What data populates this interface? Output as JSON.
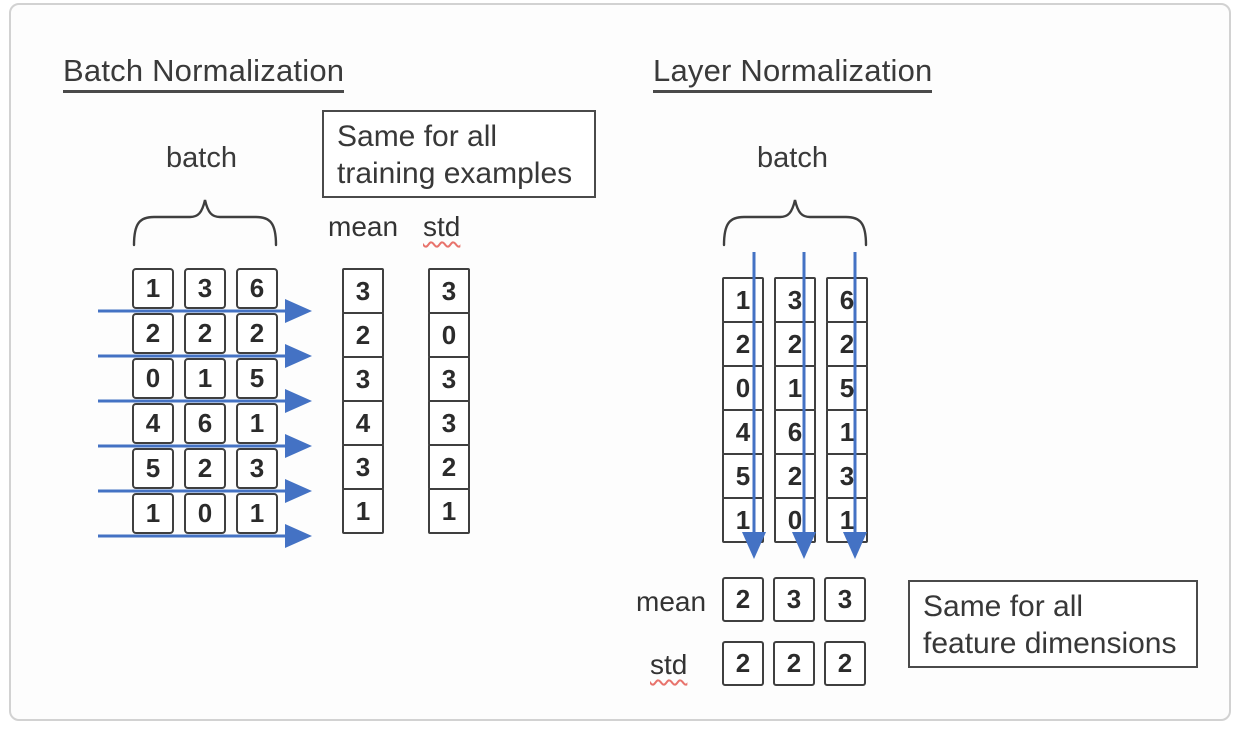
{
  "left": {
    "title": "Batch Normalization",
    "batch_label": "batch",
    "note": {
      "line1": "Same for all",
      "line2": "training examples"
    },
    "mean_label": "mean",
    "std_label": "std",
    "matrix": [
      [
        1,
        3,
        6
      ],
      [
        2,
        2,
        2
      ],
      [
        0,
        1,
        5
      ],
      [
        4,
        6,
        1
      ],
      [
        5,
        2,
        3
      ],
      [
        1,
        0,
        1
      ]
    ],
    "mean": [
      3,
      2,
      3,
      4,
      3,
      1
    ],
    "std": [
      3,
      0,
      3,
      3,
      2,
      1
    ]
  },
  "right": {
    "title": "Layer Normalization",
    "batch_label": "batch",
    "note": {
      "line1": "Same for all",
      "line2": "feature dimensions"
    },
    "mean_label": "mean",
    "std_label": "std",
    "matrix": [
      [
        1,
        3,
        6
      ],
      [
        2,
        2,
        2
      ],
      [
        0,
        1,
        5
      ],
      [
        4,
        6,
        1
      ],
      [
        5,
        2,
        3
      ],
      [
        1,
        0,
        1
      ]
    ],
    "mean": [
      2,
      3,
      3
    ],
    "std": [
      2,
      2,
      2
    ]
  },
  "colors": {
    "arrow_blue": "#4472c4",
    "cell_border": "#3f3f3f",
    "box_border": "#4a4a4a",
    "squiggle_red": "#e8736c",
    "frame_border": "#d2d2d2"
  }
}
